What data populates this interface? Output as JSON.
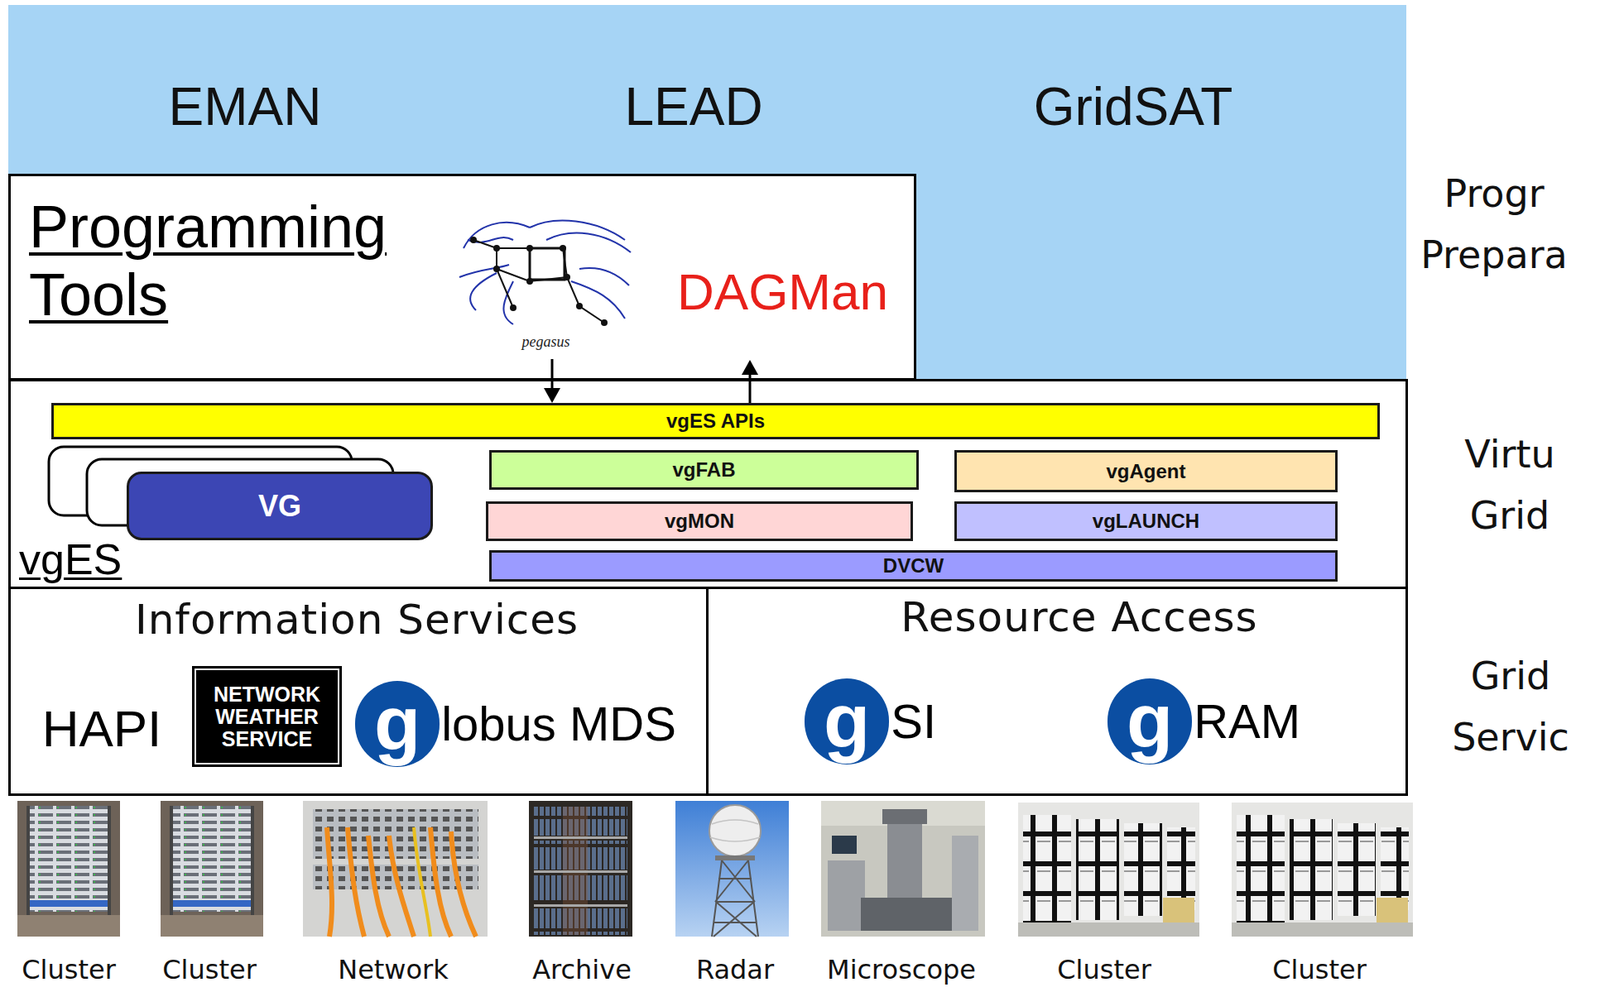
{
  "diagram": {
    "nodes": [
      {
        "text": [
          "EMAN",
          "LEAD",
          "GridSAT"
        ]
      },
      {
        "text": [
          "Programming Tools"
        ]
      },
      {
        "text": [
          "pegasus"
        ],
        "in": 1
      },
      {
        "text": [
          "DAGMan"
        ],
        "in": 1
      },
      {
        "text": [
          "vgES"
        ]
      },
      {
        "text": [
          "vgES APIs"
        ],
        "in": 4
      },
      {
        "text": [
          "VG"
        ],
        "in": 4
      },
      {
        "text": [
          "vgFAB"
        ],
        "in": 4
      },
      {
        "text": [
          "vgAgent"
        ],
        "in": 4
      },
      {
        "text": [
          "vgMON"
        ],
        "in": 4
      },
      {
        "text": [
          "vgLAUNCH"
        ],
        "in": 4
      },
      {
        "text": [
          "DVCW"
        ],
        "in": 4
      },
      {
        "text": [
          "Information Services",
          "HAPI",
          "globus MDS"
        ]
      },
      {
        "text": [
          "NETWORK WEATHER SERVICE"
        ],
        "in": 12
      },
      {
        "text": [
          "Resource Access",
          "gSI",
          "gRAM"
        ]
      }
    ],
    "edges": [
      {
        "from": 2,
        "to": 5,
        "arrow": "to"
      },
      {
        "from": 5,
        "to": 3,
        "arrow": "to"
      }
    ],
    "labels": [
      "Progr Prepara",
      "Virtu Grid",
      "Grid Servic",
      "Cluster",
      "Cluster",
      "Network",
      "Archive",
      "Radar",
      "Microscope",
      "Cluster",
      "Cluster"
    ]
  }
}
